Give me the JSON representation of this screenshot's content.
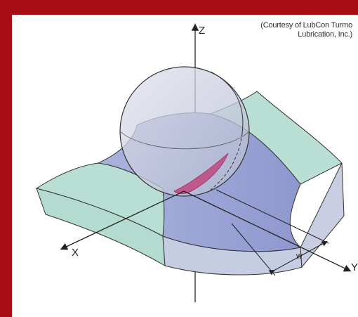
{
  "credit": {
    "line1": "(Courtesy of LubCon Turmo",
    "line2": "Lubrication, Inc.)"
  },
  "axes": {
    "z": "Z",
    "x": "X",
    "y": "Y"
  },
  "dimension": {
    "width_label": "w"
  },
  "colors": {
    "frame": "#a50d12",
    "groove_top": "#b6dcd2",
    "groove_side": "#c9d2e3",
    "ball": "#c5c9dc",
    "contact_patch": "#c0407a"
  }
}
